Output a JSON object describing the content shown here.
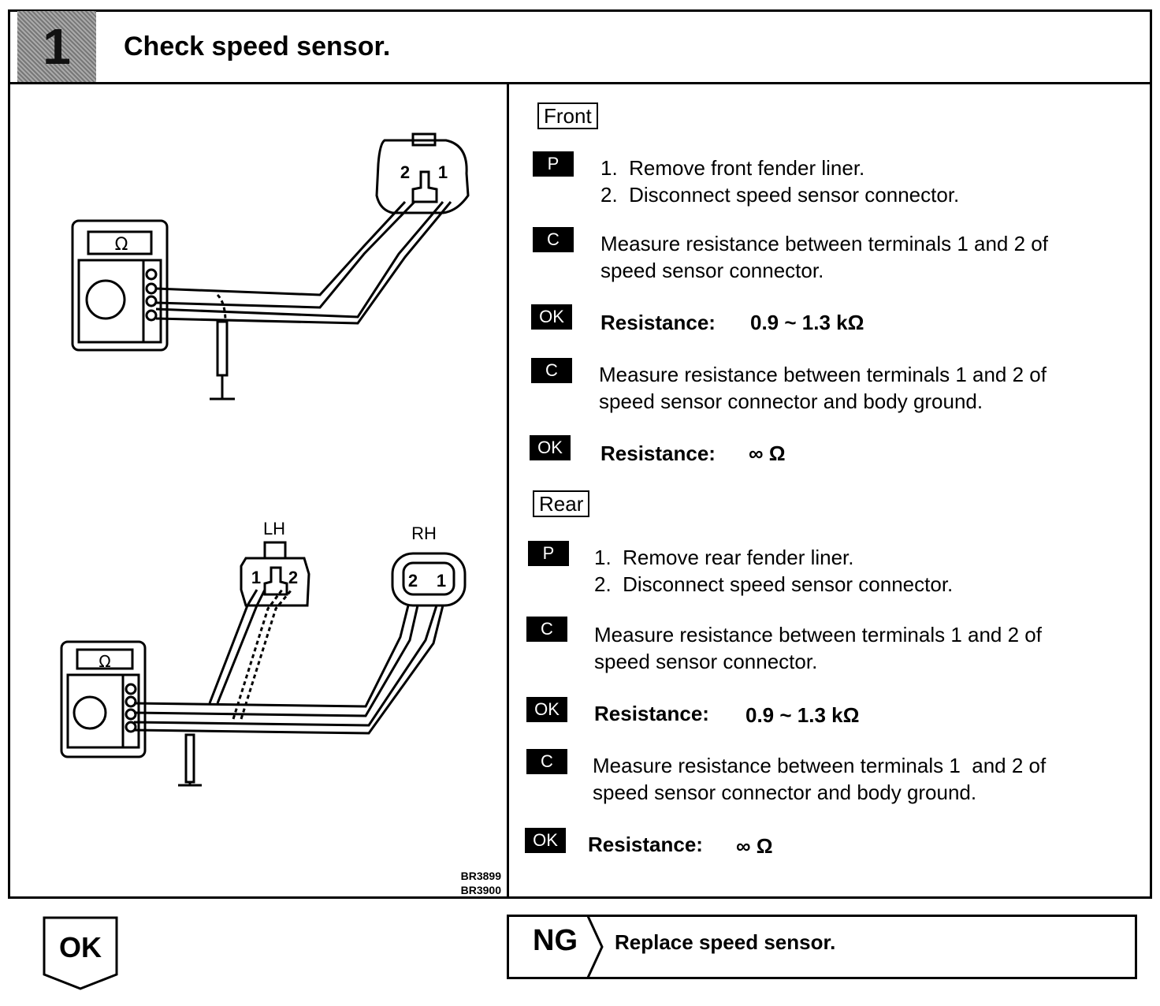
{
  "header": {
    "step_number": "1",
    "title": "Check speed sensor."
  },
  "diagram": {
    "meter_symbol": "Ω",
    "front_connector_pins": [
      "2",
      "1"
    ],
    "rear_lh_label": "LH",
    "rear_lh_pins": [
      "1",
      "2"
    ],
    "rear_rh_label": "RH",
    "rear_rh_pins": [
      "2",
      "1"
    ],
    "figure_codes": [
      "BR3899",
      "BR3900"
    ]
  },
  "front": {
    "label": "Front",
    "prep_tag": "P",
    "prep_steps": [
      "1.  Remove front fender liner.",
      "2.  Disconnect speed sensor connector."
    ],
    "check1_tag": "C",
    "check1_text": "Measure resistance between terminals 1 and 2 of\nspeed sensor connector.",
    "ok1_tag": "OK",
    "ok1_label": "Resistance:",
    "ok1_value": "0.9 ~ 1.3 kΩ",
    "check2_tag": "C",
    "check2_text": "Measure resistance between terminals 1 and 2 of\nspeed sensor connector and body ground.",
    "ok2_tag": "OK",
    "ok2_label": "Resistance:",
    "ok2_value": "∞ Ω"
  },
  "rear": {
    "label": "Rear",
    "prep_tag": "P",
    "prep_steps": [
      "1.  Remove rear fender liner.",
      "2.  Disconnect speed sensor connector."
    ],
    "check1_tag": "C",
    "check1_text": "Measure resistance between terminals 1 and 2 of\nspeed sensor connector.",
    "ok1_tag": "OK",
    "ok1_label": "Resistance:",
    "ok1_value": "0.9 ~ 1.3 kΩ",
    "check2_tag": "C",
    "check2_text": "Measure resistance between terminals 1  and 2 of\nspeed sensor connector and body ground.",
    "ok2_tag": "OK",
    "ok2_label": "Resistance:",
    "ok2_value": "∞ Ω"
  },
  "result": {
    "ok_label": "OK",
    "ng_label": "NG",
    "ng_action": "Replace speed sensor."
  }
}
